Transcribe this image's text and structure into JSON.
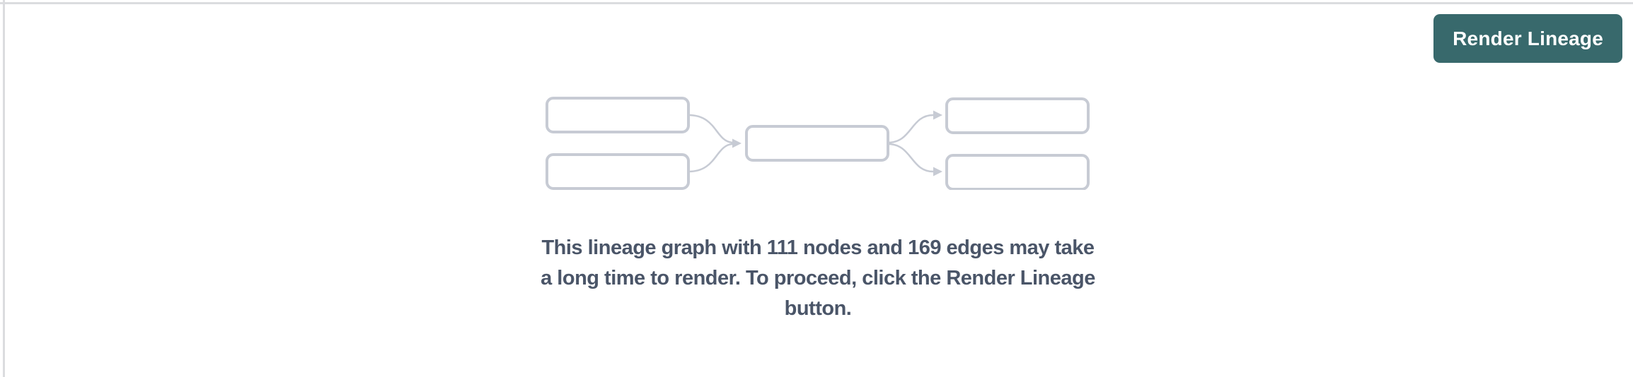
{
  "colors": {
    "background": "#ffffff",
    "divider": "#dbdcdf",
    "accent": "#38696c",
    "accent-text": "#ffffff",
    "diagram-stroke": "#c7cbd4",
    "message-text": "#4a5568"
  },
  "toolbar": {
    "render_lineage_label": "Render Lineage"
  },
  "empty_state": {
    "message_lines": [
      "This lineage graph with 111 nodes and 169 edges may take",
      "a long time to render. To proceed, click the Render Lineage",
      "button."
    ]
  }
}
